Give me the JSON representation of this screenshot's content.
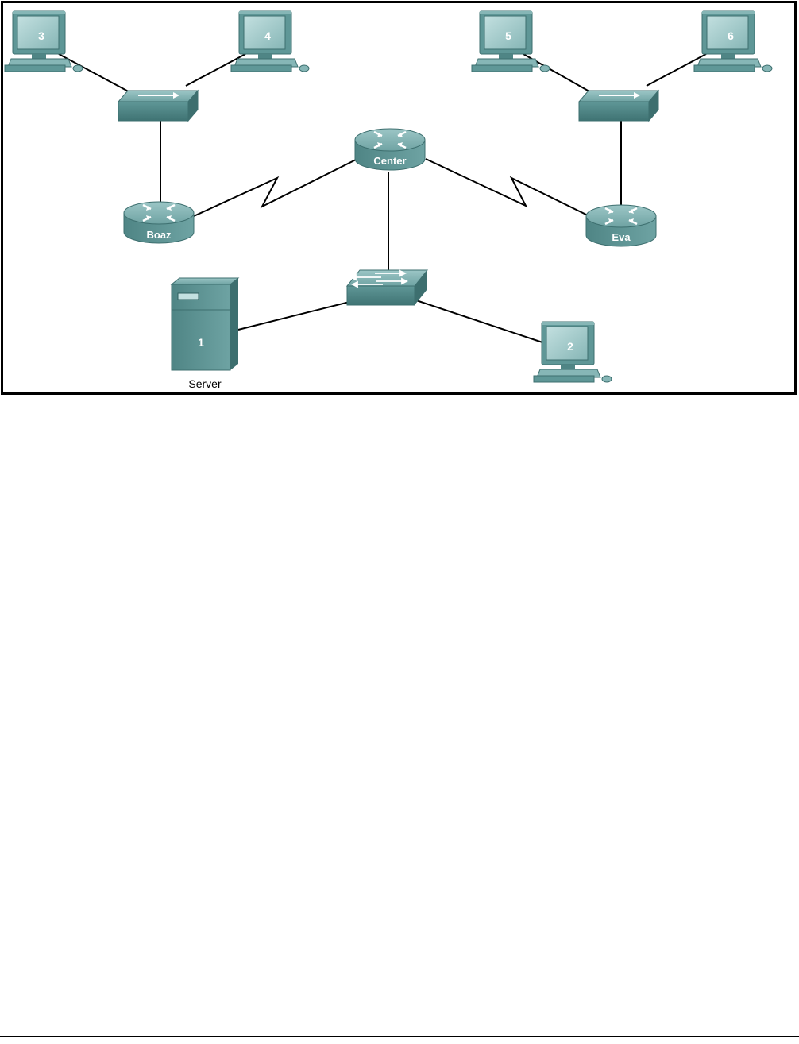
{
  "diagram": {
    "routers": [
      {
        "id": "center",
        "label": "Center"
      },
      {
        "id": "boaz",
        "label": "Boaz"
      },
      {
        "id": "eva",
        "label": "Eva"
      }
    ],
    "hosts": [
      {
        "id": "pc3",
        "label": "3"
      },
      {
        "id": "pc4",
        "label": "4"
      },
      {
        "id": "pc5",
        "label": "5"
      },
      {
        "id": "pc6",
        "label": "6"
      },
      {
        "id": "pc2",
        "label": "2"
      }
    ],
    "server": {
      "label": "1",
      "caption": "Server"
    },
    "links": [
      {
        "from": "pc3",
        "to": "hub-left",
        "type": "ethernet"
      },
      {
        "from": "pc4",
        "to": "hub-left",
        "type": "ethernet"
      },
      {
        "from": "hub-left",
        "to": "boaz",
        "type": "ethernet"
      },
      {
        "from": "pc5",
        "to": "hub-right",
        "type": "ethernet"
      },
      {
        "from": "pc6",
        "to": "hub-right",
        "type": "ethernet"
      },
      {
        "from": "hub-right",
        "to": "eva",
        "type": "ethernet"
      },
      {
        "from": "boaz",
        "to": "center",
        "type": "serial"
      },
      {
        "from": "eva",
        "to": "center",
        "type": "serial"
      },
      {
        "from": "center",
        "to": "switch-center",
        "type": "ethernet"
      },
      {
        "from": "switch-center",
        "to": "server",
        "type": "ethernet"
      },
      {
        "from": "switch-center",
        "to": "pc2",
        "type": "ethernet"
      }
    ],
    "colors": {
      "device_fill": "#5f9797",
      "device_dark": "#3d6f6f",
      "device_light": "#86b6b6",
      "screen": "#a9cfcf",
      "link": "#000000"
    }
  }
}
